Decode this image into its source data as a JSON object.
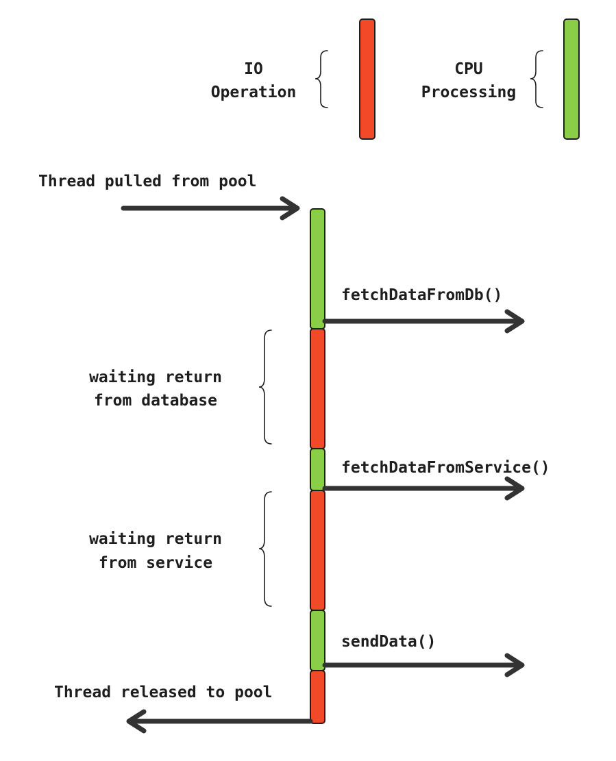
{
  "colors": {
    "io": "#f24a29",
    "cpu": "#8acd47",
    "arrow": "#333333",
    "text": "#1e1e1e"
  },
  "legend": {
    "io_line1": "IO",
    "io_line2": "Operation",
    "cpu_line1": "CPU",
    "cpu_line2": "Processing"
  },
  "flow": {
    "start_label": "Thread pulled from pool",
    "end_label": "Thread released to pool",
    "calls": [
      "fetchDataFromDb()",
      "fetchDataFromService()",
      "sendData()"
    ],
    "waits": [
      {
        "line1": "waiting return",
        "line2": "from database"
      },
      {
        "line1": "waiting return",
        "line2": "from service"
      }
    ]
  }
}
